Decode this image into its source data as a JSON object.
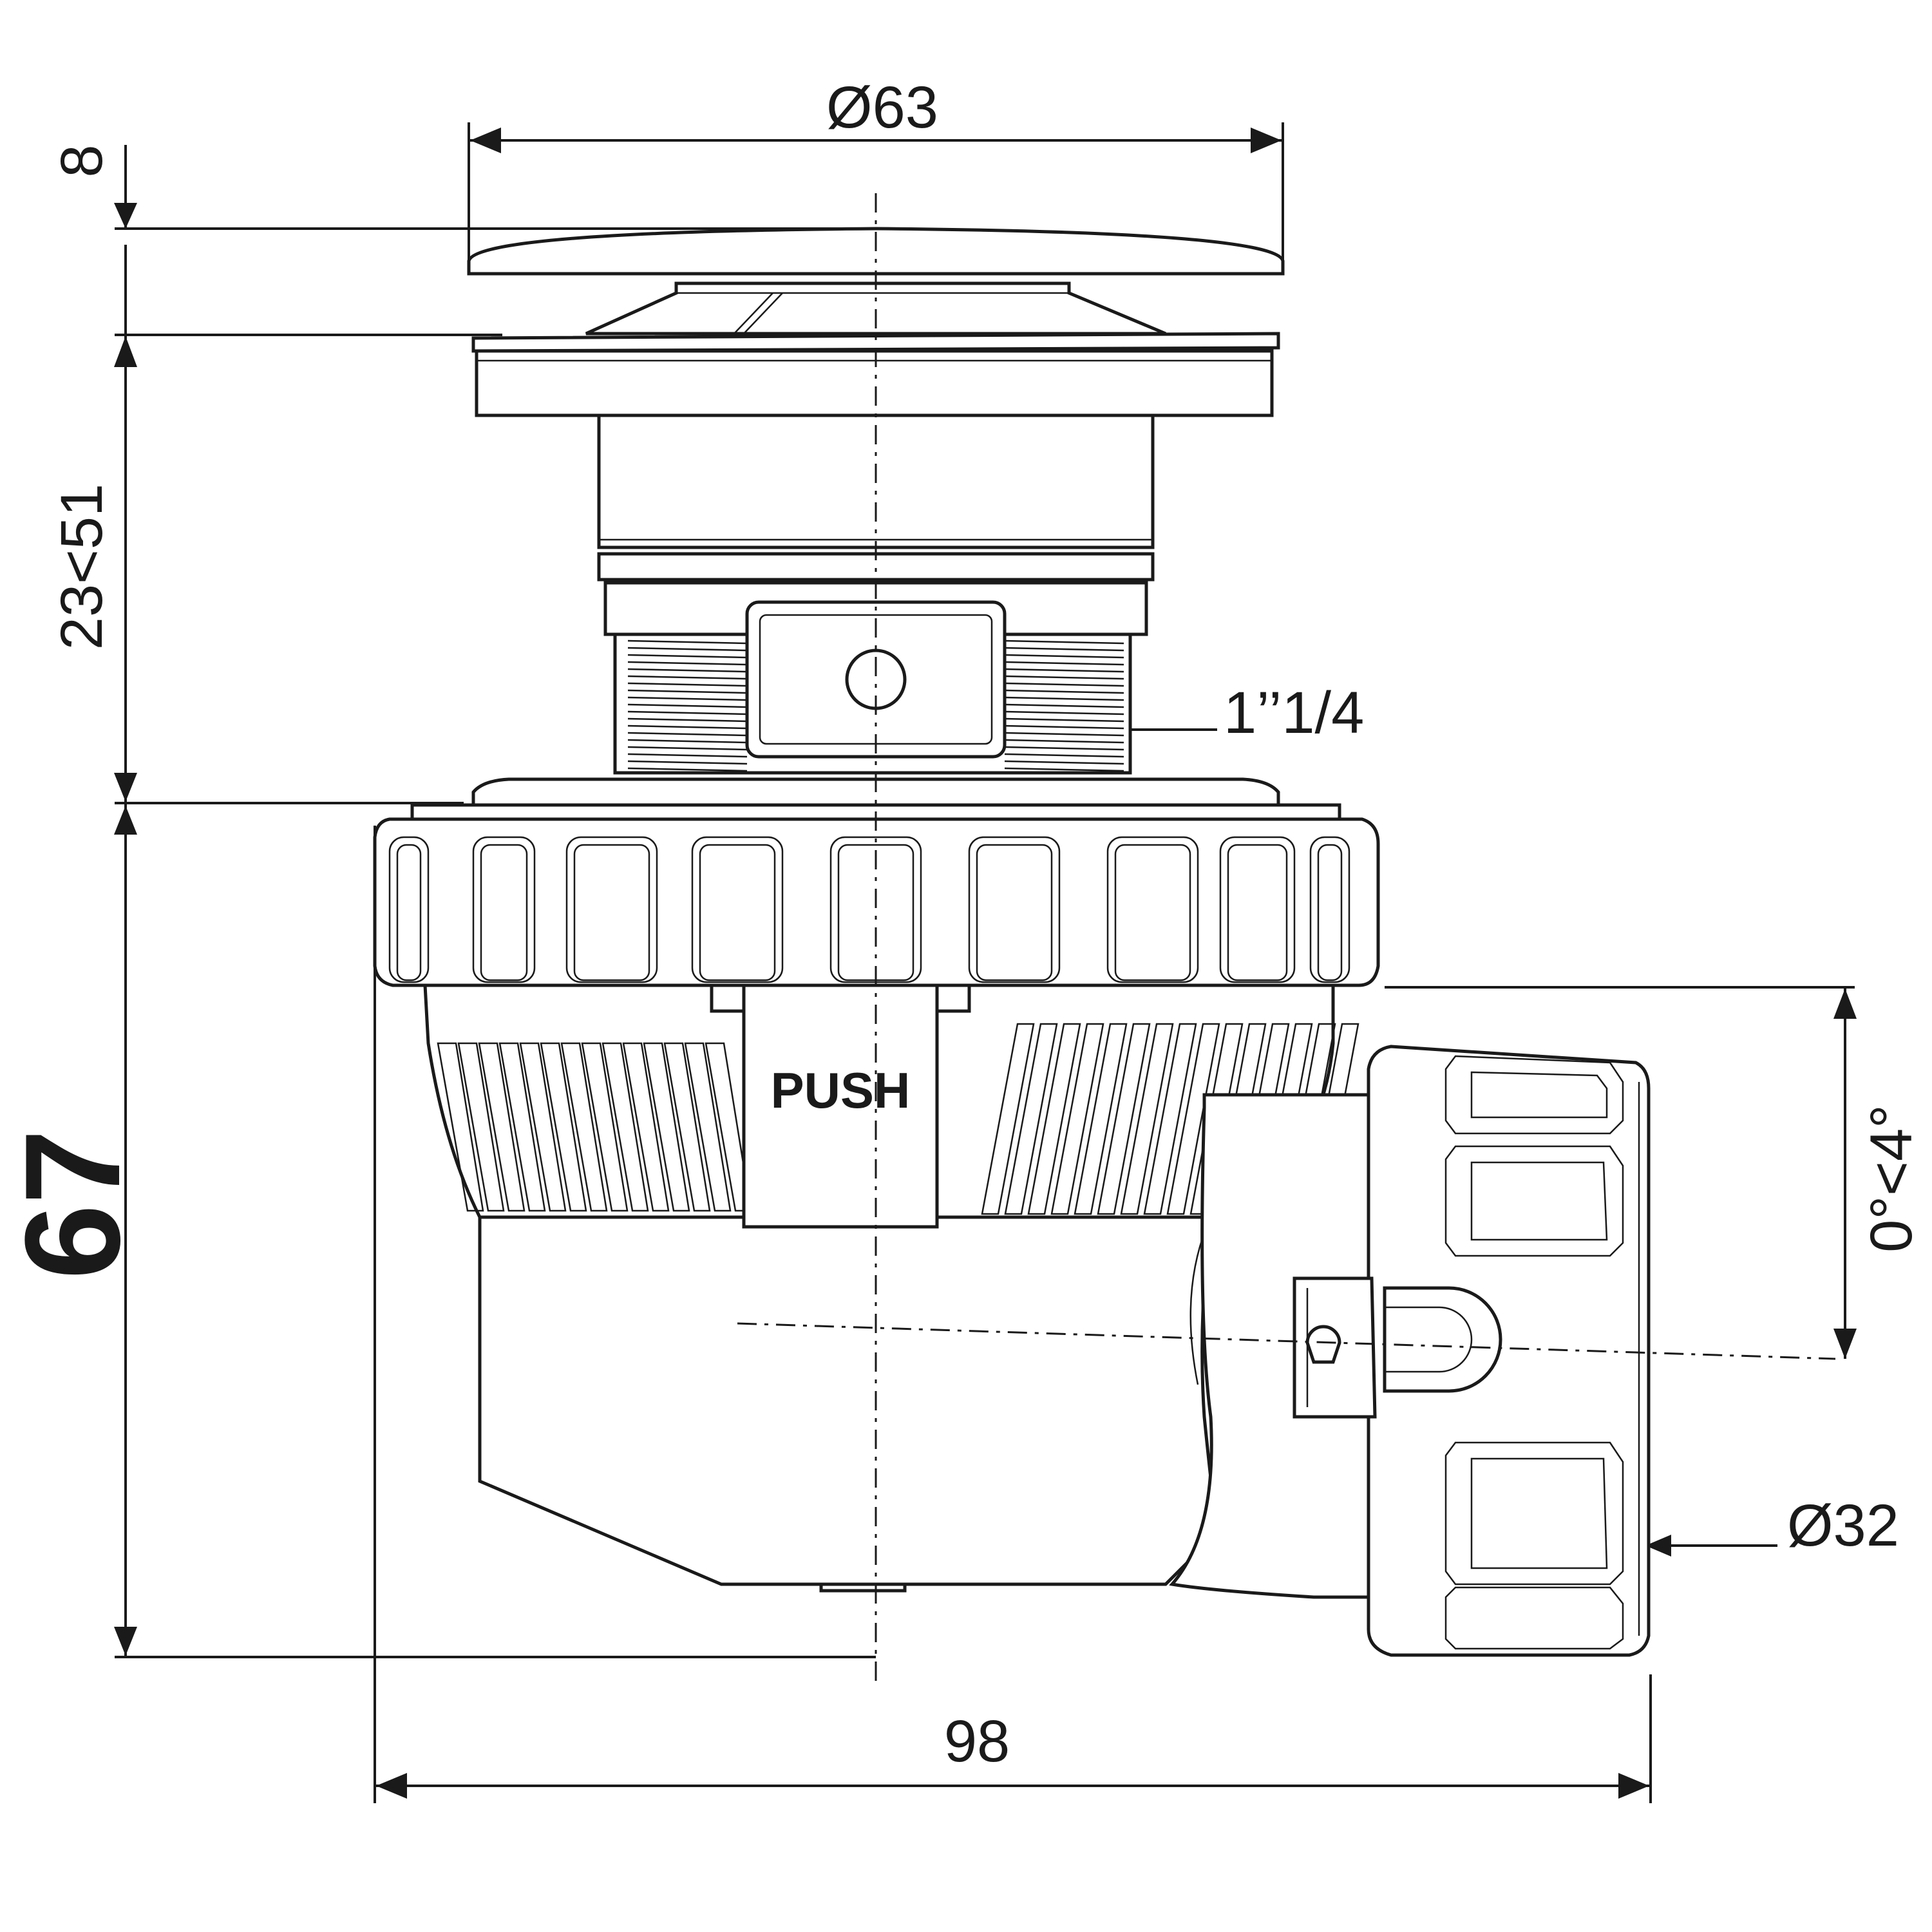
{
  "dimensions": {
    "cap_diameter": "Ø63",
    "cap_height": "8",
    "adjust_range": "23<51",
    "total_height": "67",
    "thread_size": "1’’1/4",
    "outlet_angle": "0°<4°",
    "outlet_diameter": "Ø32",
    "total_width": "98"
  },
  "labels": {
    "push": "PUSH"
  },
  "colors": {
    "line": "#1a1a1a",
    "background": "#ffffff"
  }
}
